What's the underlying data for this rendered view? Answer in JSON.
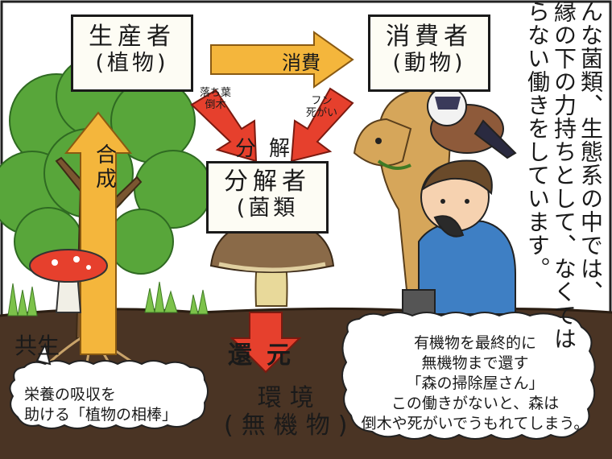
{
  "cycle": {
    "producer": {
      "title": "生産者",
      "subtitle": "(植物)"
    },
    "consumer": {
      "title": "消費者",
      "subtitle": "(動物)"
    },
    "decomposer": {
      "title": "分解者",
      "subtitle": "(菌類"
    },
    "environment": {
      "title": "環境",
      "subtitle": "(無機物)"
    },
    "arrows": {
      "consumption": "消費",
      "decomposition": "分解",
      "synthesis": "合成",
      "return": "還元",
      "fallen_leaves": "落ち葉\n倒木",
      "dung": "フン\n死がい"
    }
  },
  "symbiosis": {
    "label": "共生",
    "bubble": "栄養の吸収を\n助ける「植物の相棒」"
  },
  "sweeper_bubble": "有機物を最終的に\n無機物まで還す\n「森の掃除屋さん」\nこの働きがないと、森は\n倒木や死がいでうもれてしまう。",
  "caption": "んな菌類、生態系の中では、\n縁の下の力持ちとして、なくては\nらない働きをしています。",
  "colors": {
    "arrow_orange": "#f4b63c",
    "arrow_red": "#e6402d",
    "box_border": "#1a1a1a",
    "soil": "#4a3424",
    "foliage": "#58a63a"
  }
}
